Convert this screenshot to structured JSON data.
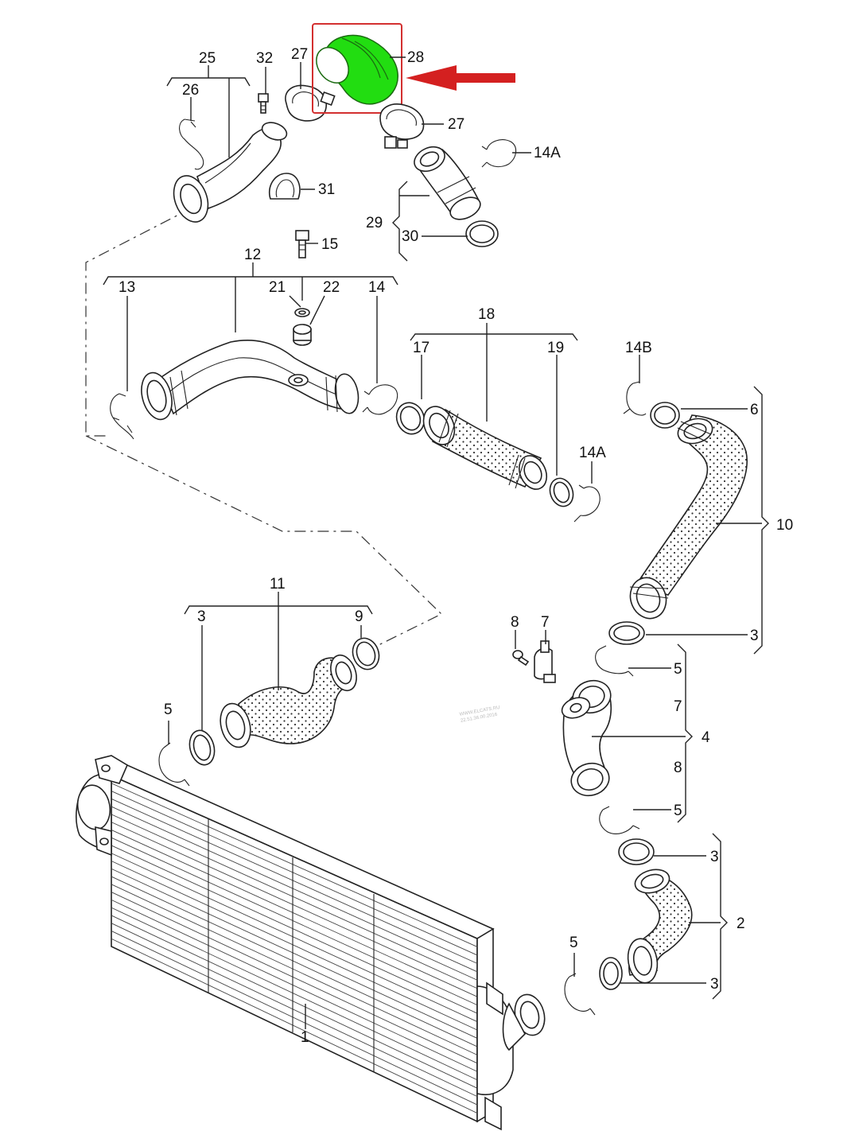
{
  "labels": {
    "l25": "25",
    "l26": "26",
    "l32": "32",
    "l27a": "27",
    "l27b": "27",
    "l28": "28",
    "l31": "31",
    "l14a_top": "14A",
    "l29": "29",
    "l30": "30",
    "l15": "15",
    "l12": "12",
    "l13": "13",
    "l21": "21",
    "l22": "22",
    "l14": "14",
    "l18": "18",
    "l17": "17",
    "l19": "19",
    "l14b": "14B",
    "l6": "6",
    "l14a_mid": "14A",
    "l10": "10",
    "l11": "11",
    "l3a": "3",
    "l9": "9",
    "l5a": "5",
    "l8a": "8",
    "l7a": "7",
    "l3b": "3",
    "l5b": "5",
    "l7b": "7",
    "l4": "4",
    "l8b": "8",
    "l5c": "5",
    "l3c": "3",
    "l2": "2",
    "l5d": "5",
    "l3d": "3",
    "l1": "1"
  },
  "highlight": {
    "color": "#22dd11",
    "box_color": "#d33030",
    "arrow_color": "#d42020",
    "part": "28"
  },
  "watermark": {
    "line1": "WWW.ELCATS.RU",
    "line2": "22.51.36.00.2016"
  }
}
